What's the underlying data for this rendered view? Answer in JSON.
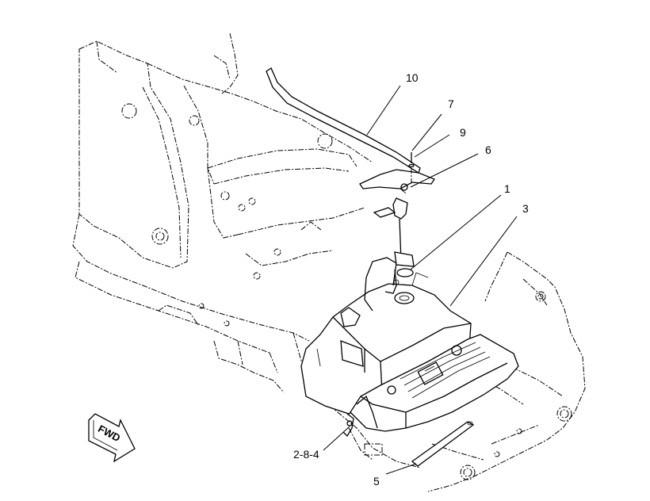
{
  "callouts": {
    "c10": "10",
    "c7": "7",
    "c9": "9",
    "c6": "6",
    "c1": "1",
    "c3": "3",
    "c284": "2-8-4",
    "c5": "5"
  },
  "fwd_label": "FWD",
  "colors": {
    "line": "#000000",
    "background": "#ffffff"
  }
}
